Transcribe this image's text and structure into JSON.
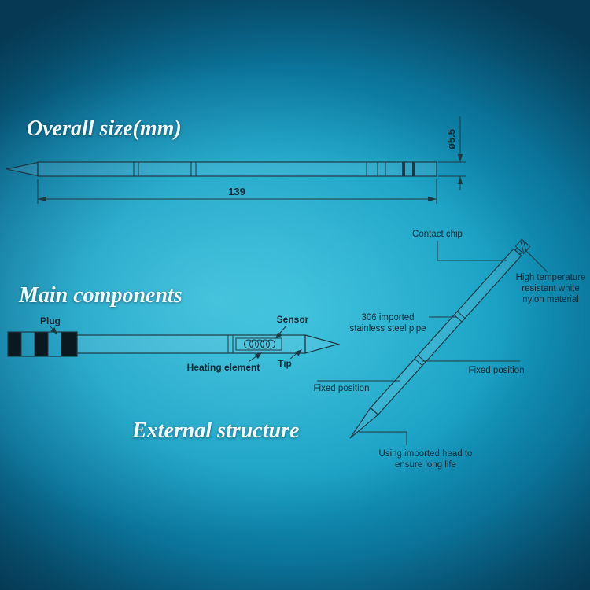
{
  "colors": {
    "background_center": "#2cbcd8",
    "background_edge": "#063a54",
    "line": "#1c3a46",
    "label_text": "#102933",
    "title_text": "#f4fcff",
    "plug_band": "#0a1820"
  },
  "sections": {
    "overall_size": {
      "title": "Overall size(mm)",
      "length_mm": "139",
      "diameter_mm": "ø5.5"
    },
    "main_components": {
      "title": "Main components",
      "labels": {
        "plug": "Plug",
        "sensor": "Sensor",
        "heating_element": "Heating element",
        "tip": "Tip"
      }
    },
    "external_structure": {
      "title": "External structure",
      "labels": {
        "contact_chip": "Contact chip",
        "nylon_l1": "High temperature",
        "nylon_l2": "resistant white",
        "nylon_l3": "nylon material",
        "steel_l1": "306 imported",
        "steel_l2": "stainless steel pipe",
        "fixed_position_right": "Fixed position",
        "fixed_position_left": "Fixed position",
        "head_l1": "Using imported head to",
        "head_l2": "ensure long life"
      }
    }
  }
}
